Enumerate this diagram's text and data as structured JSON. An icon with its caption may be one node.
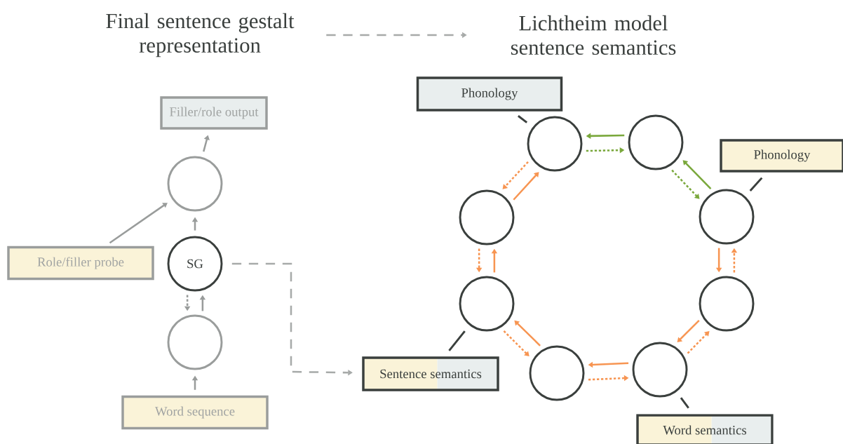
{
  "diagram": {
    "nodes": [
      {
        "text": [
          "Final sentence gestalt representation"
        ]
      },
      {
        "text": [
          "Lichtheim model sentence semantics"
        ]
      },
      {
        "text": [
          "Filler/role output"
        ]
      },
      {
        "text": [],
        "shape": "circle"
      },
      {
        "text": [
          "Role/filler probe"
        ]
      },
      {
        "text": [
          "SG"
        ]
      },
      {
        "text": [],
        "shape": "circle"
      },
      {
        "text": [
          "Word sequence"
        ]
      },
      {
        "text": [
          "Phonology"
        ]
      },
      {
        "text": [
          "Phonology"
        ]
      },
      {
        "text": [
          "Sentence semantics"
        ]
      },
      {
        "text": [
          "Word semantics"
        ]
      },
      {
        "text": [],
        "shape": "circle"
      },
      {
        "text": [],
        "shape": "circle"
      },
      {
        "text": [],
        "shape": "circle"
      },
      {
        "text": [],
        "shape": "circle"
      },
      {
        "text": [],
        "shape": "circle"
      },
      {
        "text": [],
        "shape": "circle"
      },
      {
        "text": [],
        "shape": "circle"
      },
      {
        "text": [],
        "shape": "circle"
      }
    ],
    "edges": [
      {
        "from": 0,
        "to": 1,
        "arrow": "to",
        "style": "dashed",
        "color": "#a7aaa9"
      },
      {
        "from": 3,
        "to": 2,
        "arrow": "to",
        "color": "#999c9b"
      },
      {
        "from": 4,
        "to": 3,
        "arrow": "to",
        "color": "#999c9b"
      },
      {
        "from": 5,
        "to": 3,
        "arrow": "to",
        "color": "#999c9b"
      },
      {
        "from": 6,
        "to": 5,
        "arrow": "to",
        "color": "#999c9b"
      },
      {
        "from": 5,
        "to": 6,
        "arrow": "to",
        "style": "dashed",
        "color": "#999c9b"
      },
      {
        "from": 7,
        "to": 6,
        "arrow": "to",
        "color": "#999c9b"
      },
      {
        "from": 5,
        "to": 10,
        "arrow": "to",
        "style": "dashed",
        "color": "#a7aaa9"
      },
      {
        "from": 8,
        "to": 12,
        "arrow": "none",
        "color": "#3a3f3d"
      },
      {
        "from": 9,
        "to": 15,
        "arrow": "none",
        "color": "#3a3f3d"
      },
      {
        "from": 10,
        "to": 16,
        "arrow": "none",
        "color": "#3a3f3d"
      },
      {
        "from": 11,
        "to": 19,
        "arrow": "none",
        "color": "#3a3f3d"
      },
      {
        "from": 13,
        "to": 12,
        "arrow": "to",
        "color": "#7aa83c"
      },
      {
        "from": 12,
        "to": 13,
        "arrow": "to",
        "style": "dashed",
        "color": "#7aa83c"
      },
      {
        "from": 15,
        "to": 13,
        "arrow": "to",
        "color": "#7aa83c"
      },
      {
        "from": 13,
        "to": 15,
        "arrow": "to",
        "style": "dashed",
        "color": "#7aa83c"
      },
      {
        "from": 14,
        "to": 12,
        "arrow": "to",
        "color": "#f79552"
      },
      {
        "from": 12,
        "to": 14,
        "arrow": "to",
        "style": "dashed",
        "color": "#f79552"
      },
      {
        "from": 16,
        "to": 14,
        "arrow": "to",
        "color": "#f79552"
      },
      {
        "from": 14,
        "to": 16,
        "arrow": "to",
        "style": "dashed",
        "color": "#f79552"
      },
      {
        "from": 15,
        "to": 17,
        "arrow": "to",
        "color": "#f79552"
      },
      {
        "from": 17,
        "to": 15,
        "arrow": "to",
        "style": "dashed",
        "color": "#f79552"
      },
      {
        "from": 18,
        "to": 16,
        "arrow": "to",
        "color": "#f79552"
      },
      {
        "from": 16,
        "to": 18,
        "arrow": "to",
        "style": "dashed",
        "color": "#f79552"
      },
      {
        "from": 19,
        "to": 18,
        "arrow": "to",
        "color": "#f79552"
      },
      {
        "from": 18,
        "to": 19,
        "arrow": "to",
        "style": "dashed",
        "color": "#f79552"
      },
      {
        "from": 17,
        "to": 19,
        "arrow": "to",
        "color": "#f79552"
      },
      {
        "from": 19,
        "to": 17,
        "arrow": "to",
        "style": "dashed",
        "color": "#f79552"
      }
    ]
  }
}
